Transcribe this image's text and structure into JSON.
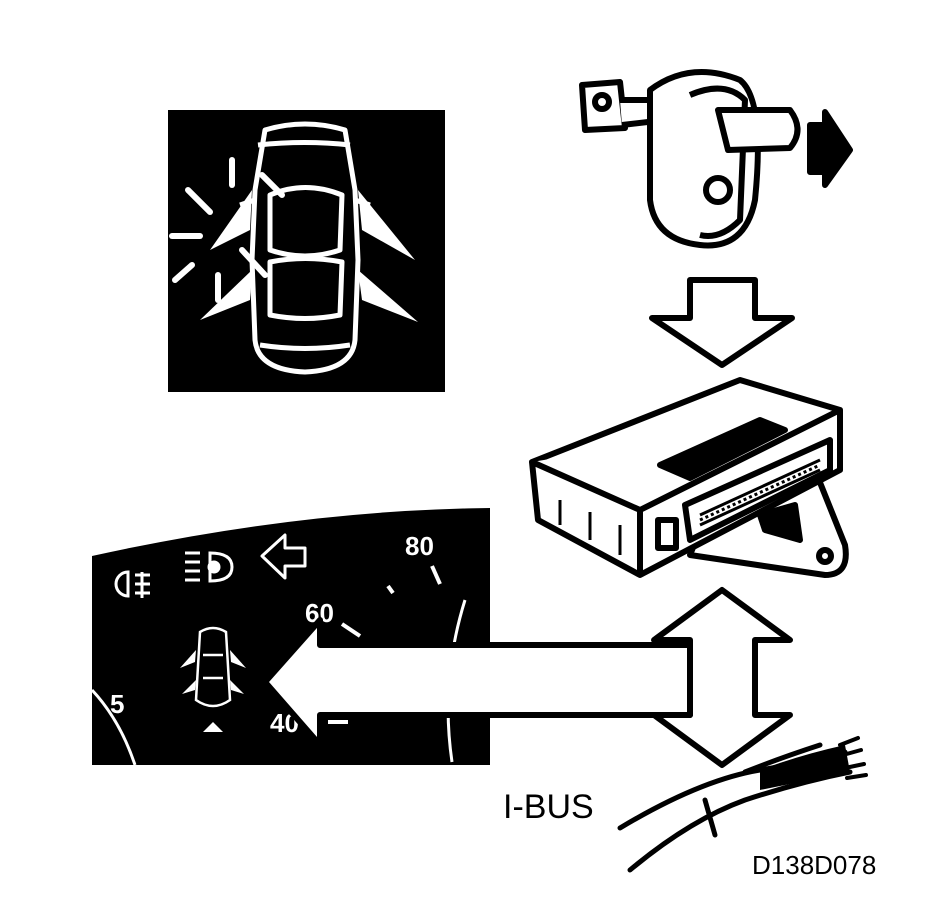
{
  "figure": {
    "bus_label": "I-BUS",
    "figure_code": "D138D078"
  },
  "instrument_cluster": {
    "speed_labels": [
      "80",
      "60",
      "40",
      "5"
    ]
  },
  "icons": {
    "door_warning": "car-doors-open-icon",
    "fog_light": "rear-fog-light-icon",
    "headlight": "headlight-icon",
    "turn_signal": "turn-signal-arrow-icon",
    "door_switch": "door-contact-switch-icon",
    "control_module": "control-module-icon",
    "wiring": "bus-wire-harness-icon"
  },
  "colors": {
    "ink": "#000000",
    "paper": "#ffffff"
  }
}
